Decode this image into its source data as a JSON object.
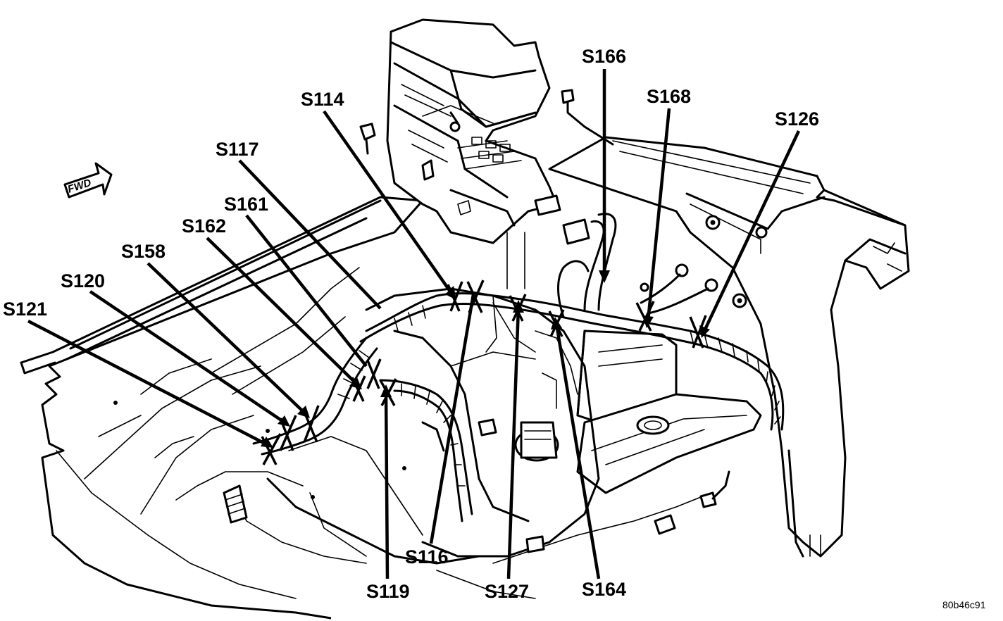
{
  "diagram": {
    "fwd_label": "FWD",
    "reference_code": "80b46c91",
    "callouts": {
      "s121": "S121",
      "s120": "S120",
      "s158": "S158",
      "s162": "S162",
      "s161": "S161",
      "s117": "S117",
      "s114": "S114",
      "s166": "S166",
      "s168": "S168",
      "s126": "S126",
      "s116": "S116",
      "s119": "S119",
      "s127": "S127",
      "s164": "S164"
    }
  }
}
